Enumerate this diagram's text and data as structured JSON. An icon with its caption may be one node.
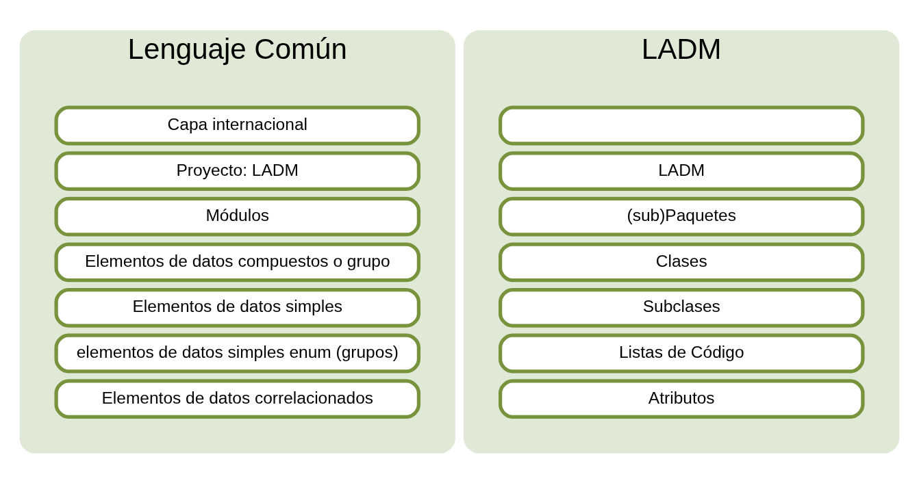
{
  "diagram": {
    "nodes": [
      {
        "text": [
          "Lenguaje Común"
        ]
      },
      {
        "text": [
          "Capa internacional"
        ],
        "in": 0
      },
      {
        "text": [
          "Proyecto: LADM"
        ],
        "in": 0
      },
      {
        "text": [
          "Módulos"
        ],
        "in": 0
      },
      {
        "text": [
          "Elementos de datos compuestos o grupo"
        ],
        "in": 0
      },
      {
        "text": [
          "Elementos de datos simples"
        ],
        "in": 0
      },
      {
        "text": [
          "elementos de datos simples enum (grupos)"
        ],
        "in": 0
      },
      {
        "text": [
          "Elementos de datos correlacionados"
        ],
        "in": 0
      },
      {
        "text": [
          "LADM"
        ]
      },
      {
        "text": [],
        "shape": "box",
        "in": 8
      },
      {
        "text": [
          "LADM"
        ],
        "in": 8
      },
      {
        "text": [
          "(sub)Paquetes"
        ],
        "in": 8
      },
      {
        "text": [
          "Clases"
        ],
        "in": 8
      },
      {
        "text": [
          "Subclases"
        ],
        "in": 8
      },
      {
        "text": [
          "Listas de Código"
        ],
        "in": 8
      },
      {
        "text": [
          "Atributos"
        ],
        "in": 8
      }
    ],
    "edges": []
  }
}
